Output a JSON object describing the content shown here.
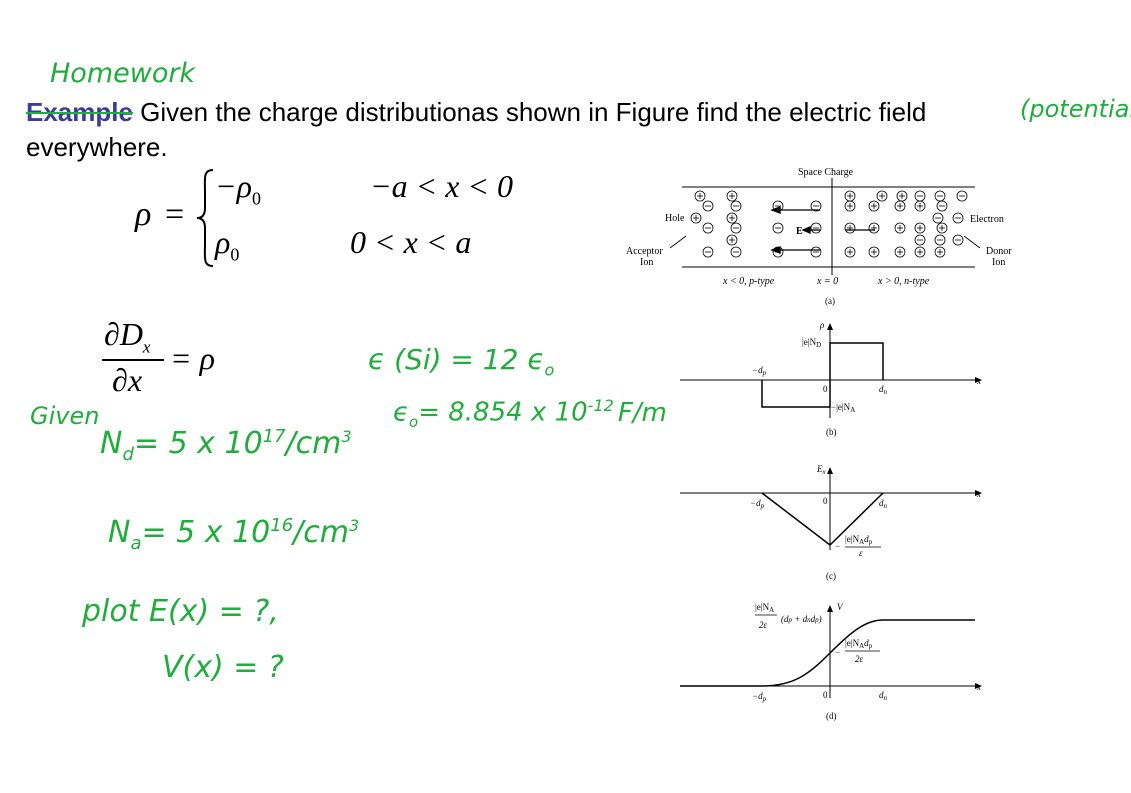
{
  "handwritten": {
    "homework": "Homework",
    "potential": "(potential)",
    "given": "Given",
    "nd_lhs": "N",
    "nd_sub": "d",
    "nd_rhs": "= 5 x 10",
    "nd_exp": "17",
    "nd_unit": "/cm",
    "nd_unit_exp": "3",
    "na_lhs": "N",
    "na_sub": "a",
    "na_rhs": "= 5 x 10",
    "na_exp": "16",
    "na_unit": "/cm",
    "na_unit_exp": "3",
    "eps_si": "ϵ (Si) = 12 ϵ",
    "eps_si_sub": "o",
    "eps0_lhs": "ϵ",
    "eps0_sub": "o",
    "eps0_rhs": "= 8.854 x 10",
    "eps0_exp": "-12",
    "eps0_unit": "F/m",
    "plot_E": "plot  E(x) = ?,",
    "plot_V": "V(x) = ?"
  },
  "problem": {
    "example_word": "Example",
    "line1": " Given the charge distributionas shown in Figure find the electric field",
    "line2": "everywhere."
  },
  "equations": {
    "rho": "ρ",
    "equals": "=",
    "case1_value": "−ρ",
    "case1_sub": "0",
    "case1_cond": "−a < x < 0",
    "case2_value": "ρ",
    "case2_sub": "0",
    "case2_cond": "0 < x < a",
    "gauss_num": "∂D",
    "gauss_num_sub": "x",
    "gauss_den": "∂x",
    "gauss_rhs": "= ρ"
  },
  "figure": {
    "a": {
      "space_charge": "Space Charge",
      "hole": "Hole",
      "electron": "Electron",
      "acceptor": "Acceptor",
      "acceptor2": "Ion",
      "donor": "Donor",
      "donor2": "Ion",
      "field": "E",
      "left_region": "x < 0, p-type",
      "center": "x = 0",
      "right_region": "x > 0, n-type",
      "caption": "(a)"
    },
    "b": {
      "axis_y": "ρ",
      "nd_label": "|e|N",
      "nd_sub": "D",
      "na_label": "−|e|N",
      "na_sub": "A",
      "neg_dp": "−d",
      "dp_sub": "p",
      "zero": "0",
      "dn": "d",
      "dn_sub": "n",
      "x": "x",
      "caption": "(b)"
    },
    "c": {
      "axis_y": "E",
      "axis_y_sub": "x",
      "neg_dp": "−d",
      "dp_sub": "p",
      "zero": "0",
      "dn": "d",
      "dn_sub": "n",
      "x": "x",
      "min_label_num": "|e|N",
      "min_label_sub": "A",
      "min_label_tail": "d",
      "min_label_tail_sub": "p",
      "min_label_den": "ε",
      "minus": "−",
      "caption": "(c)"
    },
    "d": {
      "axis_y": "V",
      "top_num": "|e|N",
      "top_sub": "A",
      "top_den": "2ε",
      "top_tail": "(d",
      "top_tail2": " + d",
      "top_tail3": "d",
      "top_tail4": ")",
      "mid_num": "|e|N",
      "mid_sub": "A",
      "mid_tail": "d",
      "mid_den": "2ε",
      "minus": "−",
      "neg_dp": "−d",
      "dp_sub": "p",
      "zero": "0",
      "dn": "d",
      "dn_sub": "n",
      "x": "x",
      "caption": "(d)"
    }
  }
}
